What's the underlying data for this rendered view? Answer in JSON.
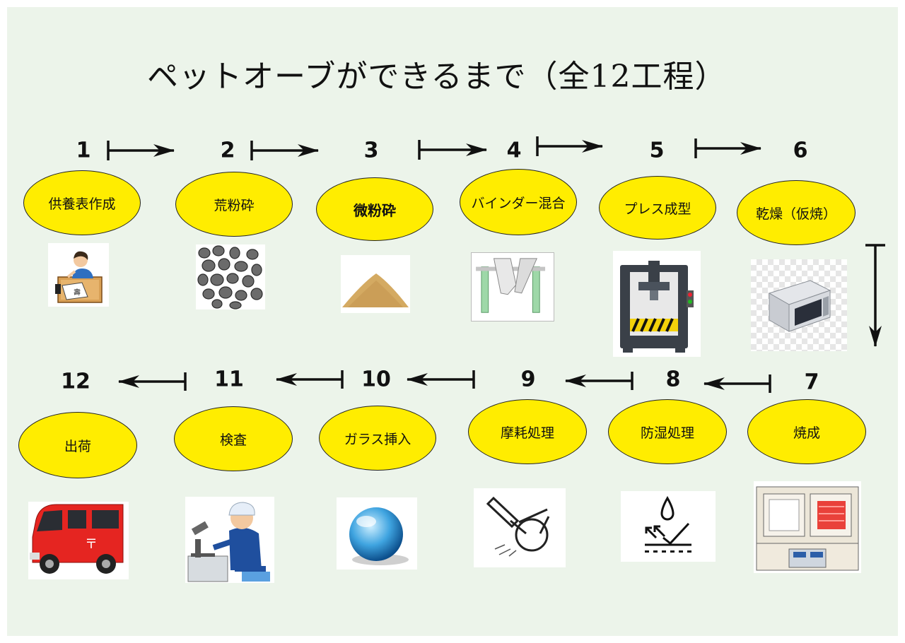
{
  "title": "ペットオーブができるまで（全12工程）",
  "steps": [
    {
      "number": "1",
      "label": "供養表作成",
      "icon": "writing-child-icon"
    },
    {
      "number": "2",
      "label": "荒粉砕",
      "icon": "rough-stones-icon"
    },
    {
      "number": "3",
      "label": "微粉砕",
      "icon": "powder-pile-icon"
    },
    {
      "number": "4",
      "label": "バインダー混合",
      "icon": "v-mixer-icon"
    },
    {
      "number": "5",
      "label": "プレス成型",
      "icon": "hydraulic-press-icon"
    },
    {
      "number": "6",
      "label": "乾燥（仮焼）",
      "icon": "microwave-dryer-icon"
    },
    {
      "number": "7",
      "label": "焼成",
      "icon": "kiln-furnace-icon"
    },
    {
      "number": "8",
      "label": "防湿処理",
      "icon": "moisture-proof-icon"
    },
    {
      "number": "9",
      "label": "摩耗処理",
      "icon": "grinder-icon"
    },
    {
      "number": "10",
      "label": "ガラス挿入",
      "icon": "glass-sphere-icon"
    },
    {
      "number": "11",
      "label": "検査",
      "icon": "microscope-worker-icon"
    },
    {
      "number": "12",
      "label": "出荷",
      "icon": "post-van-icon"
    }
  ],
  "colors": {
    "background": "#ecf4ea",
    "bubble": "#ffed00",
    "arrow": "#111111"
  }
}
